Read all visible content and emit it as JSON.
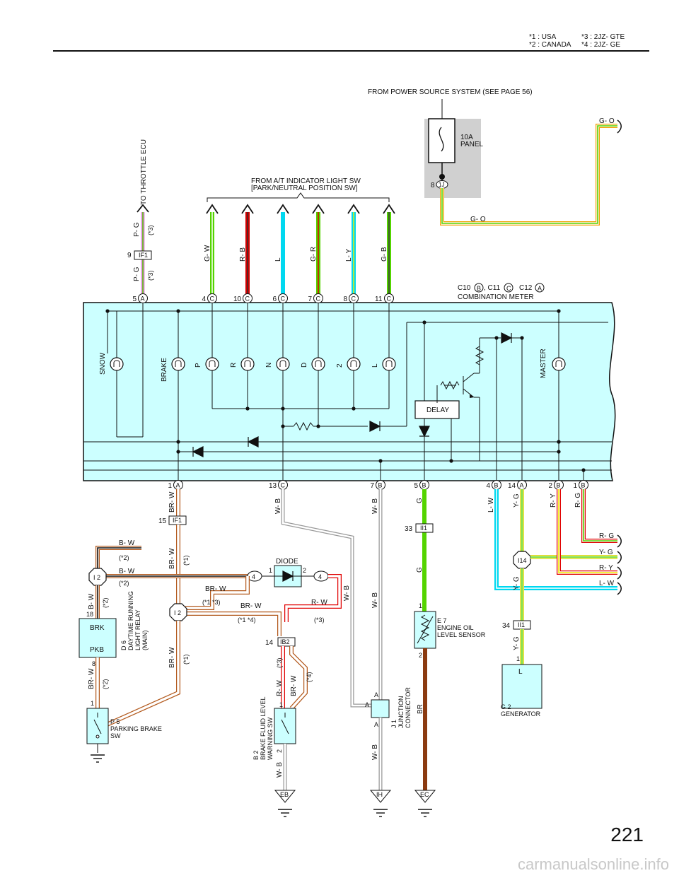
{
  "header": {
    "notes_left": [
      "*1 : USA",
      "*2 : CANADA"
    ],
    "notes_right": [
      "*3 : 2JZ- GTE",
      "*4 : 2JZ- GE"
    ]
  },
  "page_number": "221",
  "footer": "carmanualsonline.info",
  "power": {
    "source_text": "FROM POWER SOURCE SYSTEM (SEE PAGE 56)",
    "fuse_amp": "10A",
    "fuse_name": "PANEL",
    "fuse_pin": "8",
    "fuse_conn": "1J",
    "wire_go": "G- O",
    "wire_go2": "G- O"
  },
  "throttle": {
    "label": "TO THROTTLE ECU",
    "wire_top": "P- G",
    "note_top": "(*3)",
    "pin": "9",
    "conn": "IF1",
    "wire_bottom": "P- G",
    "note_bottom": "(*3)"
  },
  "at_sw": {
    "line1": "FROM A/T INDICATOR LIGHT SW",
    "line2": "[PARK/NEUTRAL POSITION SW]",
    "wires": [
      "G- W",
      "R- B",
      "L",
      "G- R",
      "L- Y",
      "G- B"
    ]
  },
  "meter": {
    "title1": "C10",
    "b_label": "B",
    "c11": ", C11",
    "c_label": "C",
    "c12": "C12",
    "a_label": "A",
    "name": "COMBINATION METER",
    "lamps": [
      "SNOW",
      "BRAKE",
      "P",
      "R",
      "N",
      "D",
      "2",
      "L",
      "MASTER"
    ],
    "delay": "DELAY",
    "top_pins": [
      {
        "num": "5",
        "letter": "A"
      },
      {
        "num": "4",
        "letter": "C"
      },
      {
        "num": "10",
        "letter": "C"
      },
      {
        "num": "6",
        "letter": "C"
      },
      {
        "num": "7",
        "letter": "C"
      },
      {
        "num": "8",
        "letter": "C"
      },
      {
        "num": "11",
        "letter": "C"
      }
    ],
    "bottom_pins": [
      {
        "num": "1",
        "letter": "A"
      },
      {
        "num": "13",
        "letter": "C"
      },
      {
        "num": "7",
        "letter": "B"
      },
      {
        "num": "5",
        "letter": "B"
      },
      {
        "num": "4",
        "letter": "B"
      },
      {
        "num": "14",
        "letter": "A"
      },
      {
        "num": "2",
        "letter": "B"
      },
      {
        "num": "1",
        "letter": "B"
      }
    ]
  },
  "lower": {
    "br_w": "BR- W",
    "if1_pin": "15",
    "if1": "IF1",
    "note1": "(*1)",
    "note2": "(*2)",
    "note3": "(*3)",
    "note4": "(*4)",
    "note13": "(*1 *3)",
    "note14": "(*1 *4)",
    "b_w": "B- W",
    "i2": "I 2",
    "pin18": "18",
    "pin8": "8",
    "pin1": "1",
    "pin2": "2",
    "pin4": "4",
    "brk": "BRK",
    "pkb": "PKB",
    "relay": [
      "D 6",
      "DAYTIME RUNNING",
      "LIGHT RELAY",
      "(MAIN)"
    ],
    "diode": "DIODE",
    "r_w": "R- W",
    "ib2_pin": "14",
    "ib2": "IB2",
    "brake_sw": [
      "P 5",
      "PARKING BRAKE",
      "SW"
    ],
    "fluid_sw": [
      "B 2",
      "BRAKE FLUID LEVEL",
      "WARNING SW"
    ],
    "w_b": "W- B",
    "eb": "EB",
    "ih": "IH",
    "ec": "EC",
    "jc": [
      "J 1",
      "JUNCTION",
      "CONNECTOR"
    ],
    "a": "A",
    "g": "G",
    "ii1_pin": "33",
    "ii1": "II1",
    "sensor": [
      "E 7",
      "ENGINE OIL",
      "LEVEL SENSOR"
    ],
    "br": "BR",
    "l_w": "L- W",
    "y_g": "Y- G",
    "r_y": "R- Y",
    "r_g": "R- G",
    "i14": "I14",
    "ii1b_pin": "34",
    "gen_pin": "1",
    "gen_l": "L",
    "generator": [
      "G 2",
      "GENERATOR"
    ]
  }
}
